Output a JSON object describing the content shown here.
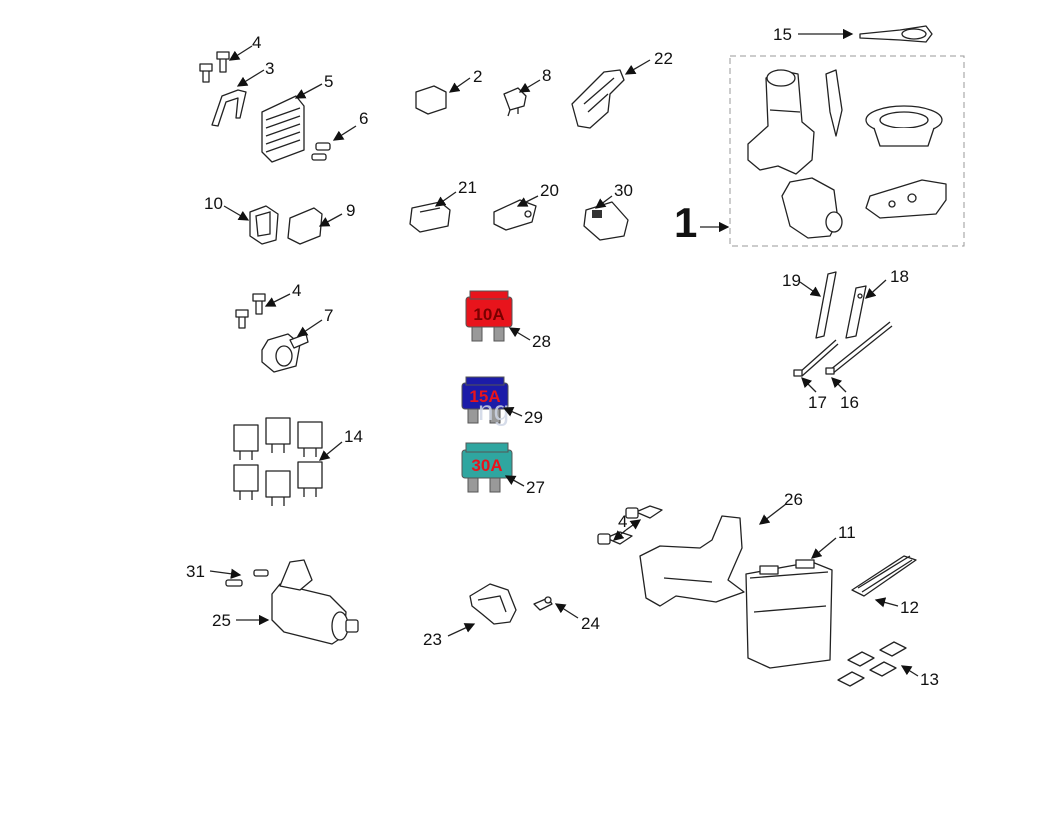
{
  "diagram": {
    "main_label": "1",
    "callouts": [
      "2",
      "3",
      "4",
      "5",
      "6",
      "7",
      "8",
      "9",
      "10",
      "11",
      "12",
      "13",
      "14",
      "15",
      "16",
      "17",
      "18",
      "19",
      "20",
      "21",
      "22",
      "23",
      "24",
      "25",
      "26",
      "27",
      "28",
      "29",
      "30",
      "31",
      "4",
      "4"
    ],
    "fuses": [
      {
        "label": "10A",
        "color": "#e8141c",
        "text_color": "#7a0000"
      },
      {
        "label": "15A",
        "color": "#1c1ca8",
        "text_color": "#e8141c"
      },
      {
        "label": "30A",
        "color": "#2fa6a0",
        "text_color": "#e8141c"
      }
    ],
    "watermark": "ng"
  }
}
